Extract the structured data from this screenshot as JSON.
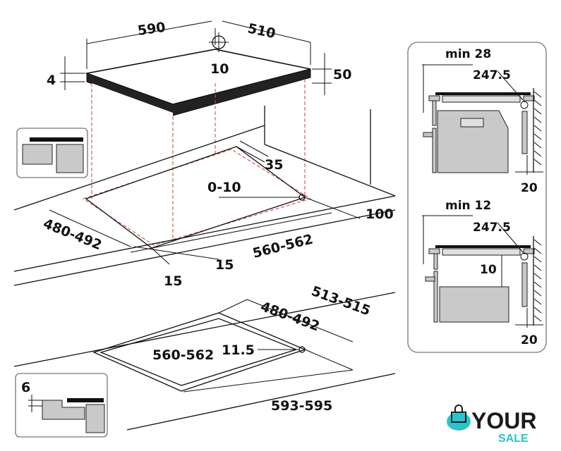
{
  "hob_dimensions": {
    "width": "590",
    "depth": "510",
    "connector": "10",
    "glass_thickness": "4",
    "total_height": "50"
  },
  "flush_mount_cutout": {
    "recess_depth": "35",
    "gap": "0-10",
    "rear_clearance": "100",
    "cutout_depth": "480-492",
    "cutout_width": "560-562",
    "front_margin": "15",
    "side_margin": "15"
  },
  "rebate_cutout": {
    "rebate_depth": "513-515",
    "cutout_depth": "480-492",
    "cutout_width": "560-562",
    "corner_radius": "11.5",
    "rebate_width": "593-595",
    "rebate_height": "6"
  },
  "side_views": [
    {
      "min_label": "min 28",
      "dimension": "247.5",
      "wall_gap": "20"
    },
    {
      "min_label": "min 12",
      "dimension": "247.5",
      "inner_gap": "10",
      "wall_gap": "20"
    }
  ],
  "logo": {
    "line1": "YOUR",
    "line2": "SALE",
    "colors": {
      "dark": "#1a1a1a",
      "accent": "#2bc4cc"
    }
  }
}
